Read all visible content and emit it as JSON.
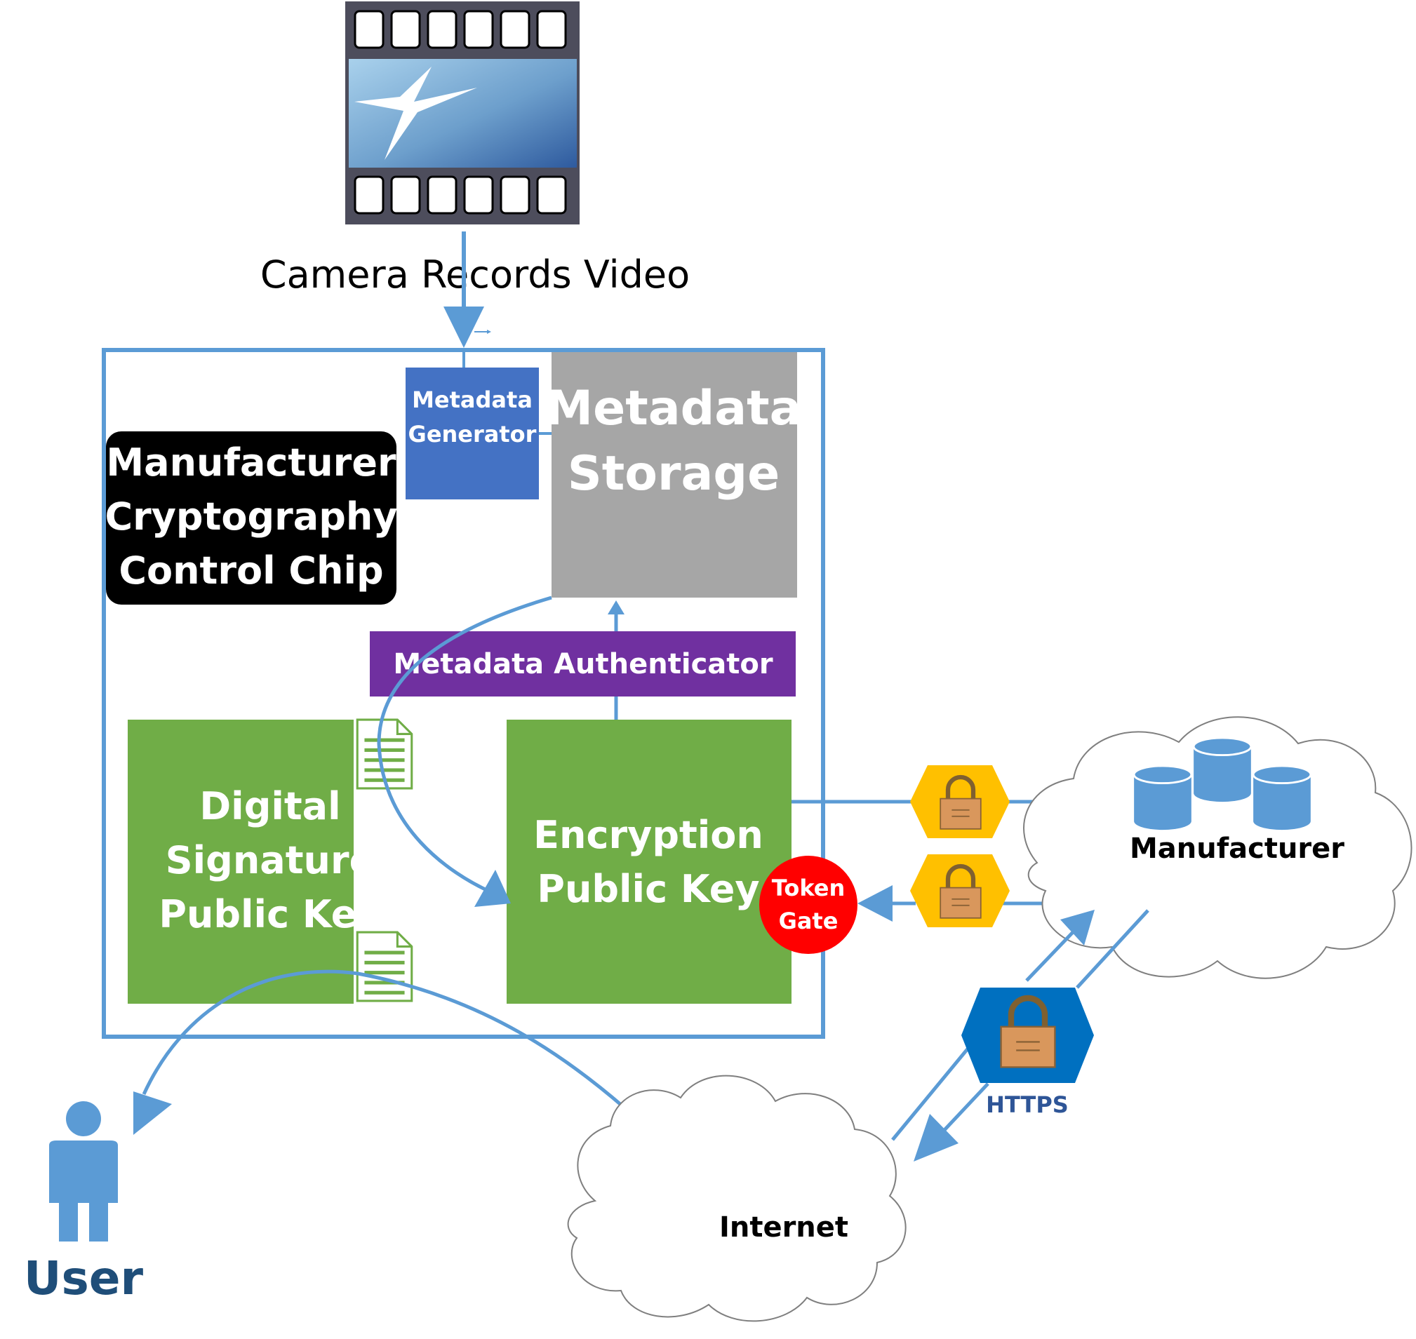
{
  "caption": "Camera Records Video",
  "chip": {
    "lines": [
      "Manufacturer",
      "Cryptography",
      "Control Chip"
    ]
  },
  "metadata_generator": {
    "lines": [
      "Metadata",
      "Generator"
    ]
  },
  "metadata_storage": {
    "lines": [
      "Metadata",
      "Storage"
    ]
  },
  "metadata_authenticator": "Metadata Authenticator",
  "digital_signature": {
    "lines": [
      "Digital",
      "Signature",
      "Public Key"
    ]
  },
  "encryption_key": {
    "lines": [
      "Encryption",
      "Public Key"
    ]
  },
  "token_gate": {
    "lines": [
      "Token",
      "Gate"
    ]
  },
  "manufacturer_cloud": "Manufacturer",
  "internet_cloud": "Internet",
  "https_label": "HTTPS",
  "user_label": "User",
  "colors": {
    "line_blue": "#5b9bd5",
    "generator_blue": "#4472c4",
    "storage_gray": "#a6a6a6",
    "authenticator_purple": "#7030a0",
    "key_green": "#70ad47",
    "token_red": "#ff0000",
    "lock_yellow": "#ffc000",
    "lock_blue": "#0070c0",
    "user_text": "#1f4e79",
    "https_text": "#2e5597"
  },
  "icons": [
    "film-strip-icon",
    "document-icon",
    "lock-icon",
    "database-icon",
    "user-icon",
    "cloud-icon"
  ]
}
